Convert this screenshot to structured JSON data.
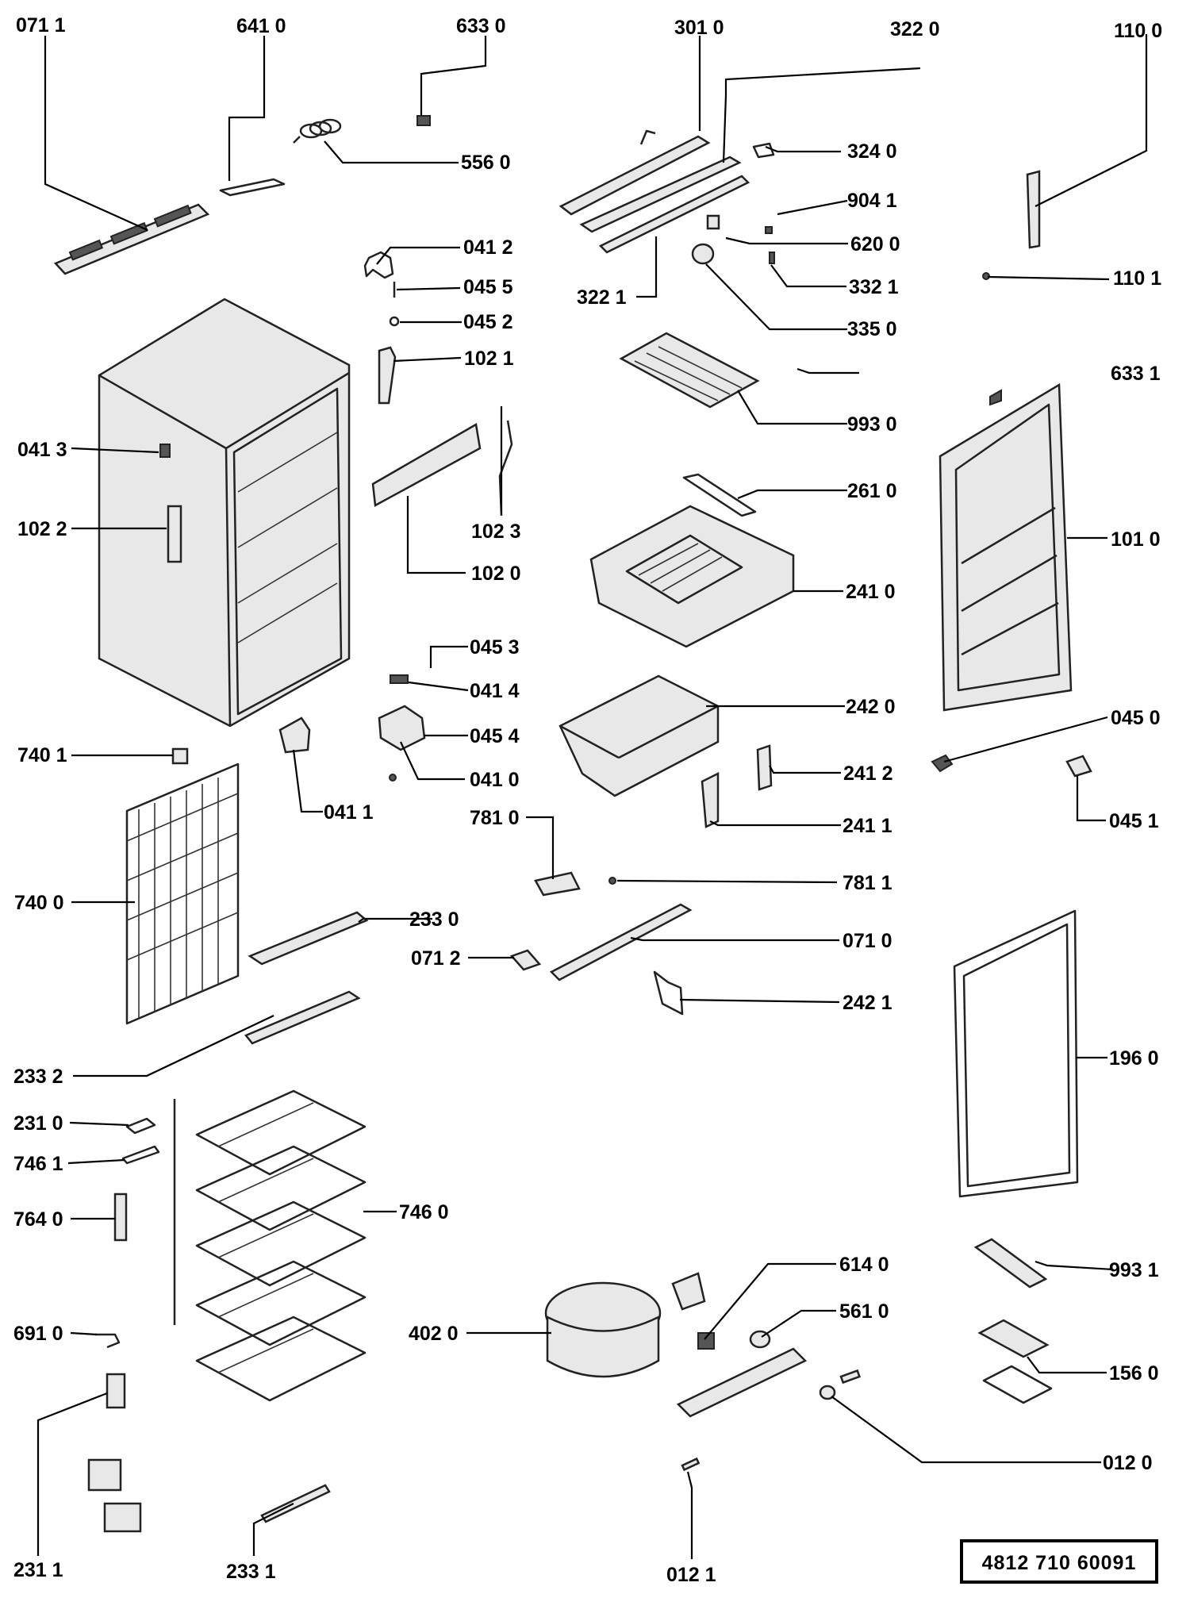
{
  "labels": [
    "071 1",
    "641 0",
    "633 0",
    "301 0",
    "322 0",
    "110 0",
    "556 0",
    "324 0",
    "904 1",
    "620 0",
    "041 2",
    "045 5",
    "332 1",
    "110 1",
    "322 1",
    "045 2",
    "335 0",
    "102 1",
    "633 1",
    "993 0",
    "041 3",
    "102 3",
    "261 0",
    "102 2",
    "101 0",
    "102 0",
    "241 0",
    "045 3",
    "041 4",
    "242 0",
    "045 4",
    "045 0",
    "740 1",
    "041 0",
    "241 2",
    "041 1",
    "781 0",
    "241 1",
    "045 1",
    "781 1",
    "740 0",
    "233 0",
    "071 2",
    "071 0",
    "242 1",
    "196 0",
    "233 2",
    "231 0",
    "746 1",
    "746 0",
    "764 0",
    "614 0",
    "993 1",
    "561 0",
    "691 0",
    "402 0",
    "156 0",
    "012 0",
    "231 1",
    "233 1",
    "012 1"
  ],
  "document_number": "4812 710 60091"
}
